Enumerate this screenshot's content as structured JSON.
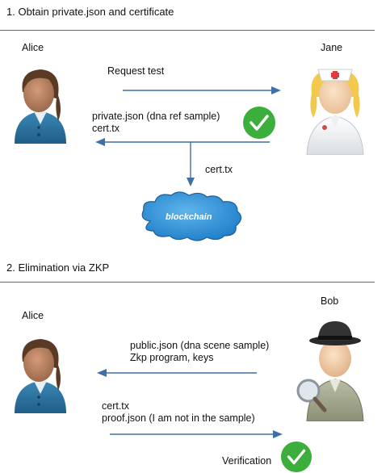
{
  "section1": {
    "title": "1. Obtain private.json and certificate",
    "actors": {
      "left": "Alice",
      "right": "Jane"
    },
    "request_label": "Request test",
    "response_label_line1": "private.json (dna ref sample)",
    "response_label_line2": "cert.tx",
    "blockchain_arrow_label": "cert.tx",
    "blockchain_label": "blockchain"
  },
  "section2": {
    "title": "2. Elimination via ZKP",
    "actors": {
      "left": "Alice",
      "right": "Bob"
    },
    "incoming_label_line1": "public.json (dna scene  sample)",
    "incoming_label_line2": "Zkp program, keys",
    "outgoing_label_line1": "cert.tx",
    "outgoing_label_line2": "proof.json (I am not in the sample)",
    "verification_label": "Verification"
  },
  "colors": {
    "divider": "#4a6f93",
    "arrow": "#3f6fa8",
    "check_green": "#3cae3c",
    "cloud_blue": "#2f8fd6",
    "person_blue": "#2d6f9a",
    "skin": "#b8805f",
    "hair": "#5a3a24"
  },
  "icons": [
    "alice-icon",
    "jane-nurse-icon",
    "bob-detective-icon",
    "check-icon",
    "cloud-icon"
  ]
}
